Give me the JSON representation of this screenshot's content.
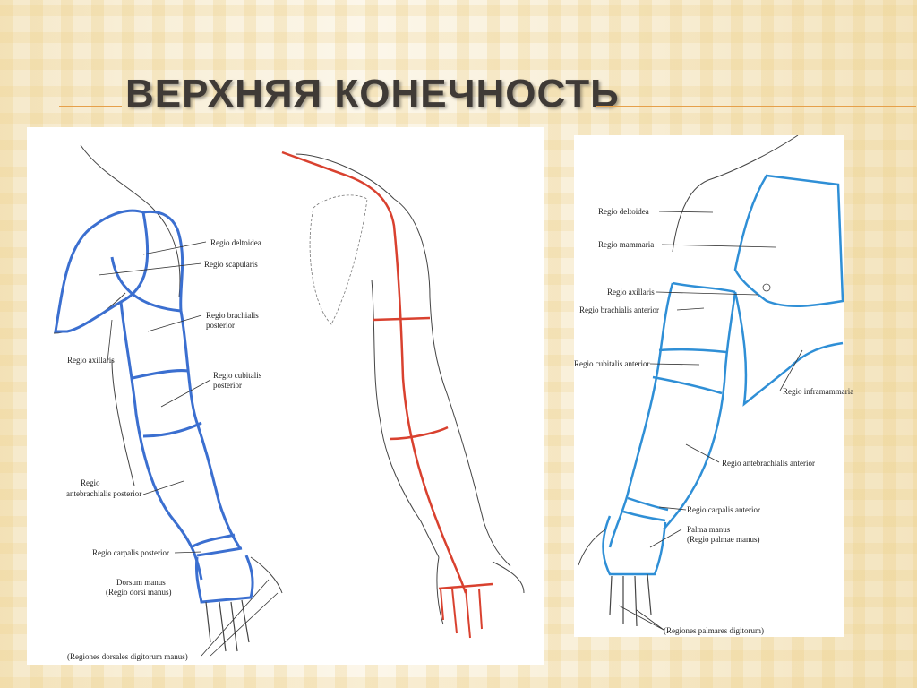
{
  "slide": {
    "title": "ВЕРХНЯЯ КОНЕЧНОСТЬ"
  },
  "left_figure": {
    "labels": {
      "deltoidea": "Regio deltoidea",
      "scapularis": "Regio scapularis",
      "brachialis_posterior_1": "Regio brachialis",
      "brachialis_posterior_2": "posterior",
      "axillaris": "Regio axillaris",
      "cubitalis_posterior_1": "Regio cubitalis",
      "cubitalis_posterior_2": "posterior",
      "antebrachialis_posterior_1": "Regio",
      "antebrachialis_posterior_2": "antebrachialis posterior",
      "carpalis_posterior": "Regio carpalis posterior",
      "dorsum_manus_1": "Dorsum manus",
      "dorsum_manus_2": "(Regio dorsi manus)",
      "dorsales_digitorum": "(Regiones dorsales digitorum manus)"
    }
  },
  "right_figure": {
    "labels": {
      "deltoidea": "Regio deltoidea",
      "mammaria": "Regio mammaria",
      "axillaris": "Regio axillaris",
      "brachialis_anterior": "Regio brachialis anterior",
      "cubitalis_anterior": "Regio cubitalis anterior",
      "inframammaria": "Regio inframammaria",
      "antebrachialis_anterior": "Regio antebrachialis anterior",
      "carpalis_anterior": "Regio carpalis anterior",
      "palma_manus_1": "Palma manus",
      "palma_manus_2": "(Regio palmae manus)",
      "palmares_digitorum": "(Regiones palmares digitorum)"
    }
  },
  "colors": {
    "region_outline": "#3b6fd0",
    "region_outline_light": "#2f8fd6",
    "axis_lines": "#d9412f",
    "accent_rule": "#e6a04a"
  }
}
